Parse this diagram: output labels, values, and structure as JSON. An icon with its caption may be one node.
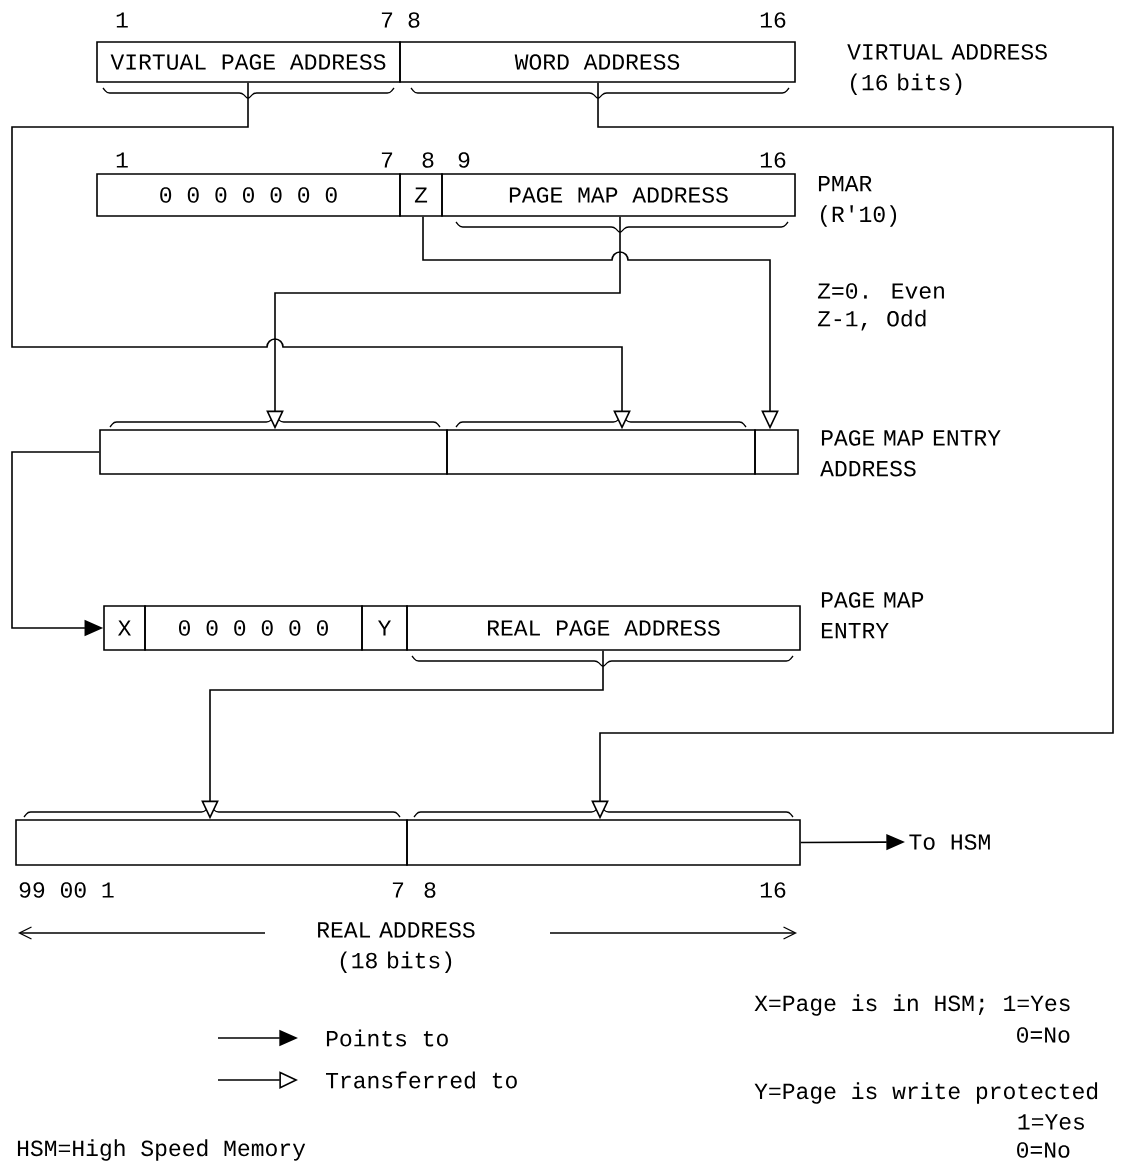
{
  "diagram": {
    "nodes": [
      {
        "text": [
          "VIRTUAL PAGE ADDRESS"
        ]
      },
      {
        "text": [
          "WORD ADDRESS"
        ]
      },
      {
        "text": [
          "0 0 0 0 0 0 0"
        ]
      },
      {
        "text": [
          "Z"
        ]
      },
      {
        "text": [
          "PAGE MAP ADDRESS"
        ]
      },
      {
        "text": [],
        "shape": "box"
      },
      {
        "text": [],
        "shape": "box"
      },
      {
        "text": [],
        "shape": "box"
      },
      {
        "text": [
          "X"
        ]
      },
      {
        "text": [
          "0 0 0 0 0 0"
        ]
      },
      {
        "text": [
          "Y"
        ]
      },
      {
        "text": [
          "REAL PAGE ADDRESS"
        ]
      },
      {
        "text": [],
        "shape": "box"
      },
      {
        "text": [],
        "shape": "box"
      },
      {
        "text": [
          "To HSM"
        ]
      }
    ],
    "edges": [
      {
        "from": 0,
        "to": 6,
        "arrow": "to"
      },
      {
        "from": 4,
        "to": 5,
        "arrow": "to"
      },
      {
        "from": 3,
        "to": 7,
        "arrow": "to"
      },
      {
        "from": 1,
        "to": 13,
        "arrow": "to"
      },
      {
        "from": 5,
        "to": 8,
        "arrow": "to"
      },
      {
        "from": 11,
        "to": 12,
        "arrow": "to"
      },
      {
        "from": 13,
        "to": 14,
        "arrow": "to"
      }
    ],
    "labels": [
      "1",
      "7",
      "8",
      "16",
      "VIRTUAL ADDRESS (16 bits)",
      "1",
      "7",
      "8",
      "9",
      "16",
      "PMAR (R'10)",
      "Z=0. Even",
      "Z-1, Odd",
      "PAGE MAP ENTRY ADDRESS",
      "PAGE MAP ENTRY",
      "99 00 1",
      "7",
      "8",
      "16",
      "REAL ADDRESS (18 bits)",
      "X=Page is in HSM; 1=Yes",
      "0=No",
      "Y=Page is write protected",
      "1=Yes",
      "HSM=High Speed Memory",
      "0=No"
    ],
    "legend": [
      {
        "text": "Points to"
      },
      {
        "text": "Transferred to"
      }
    ]
  }
}
